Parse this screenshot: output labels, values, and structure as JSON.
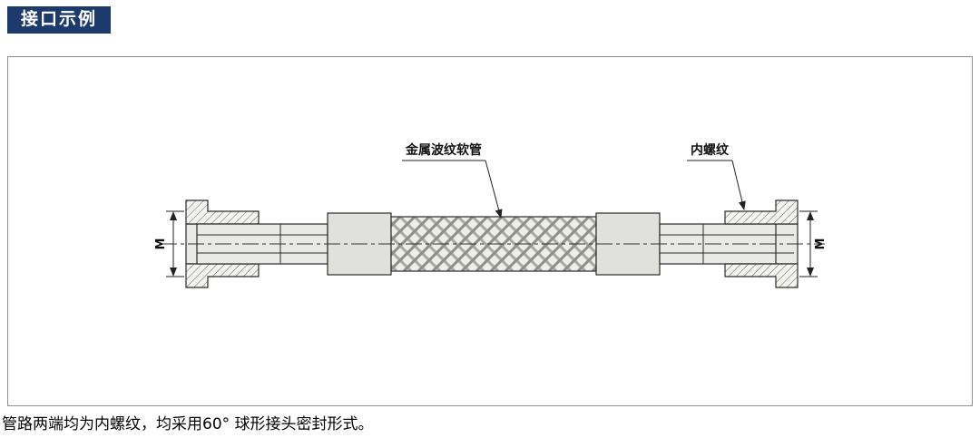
{
  "header": {
    "title": "接口示例"
  },
  "diagram": {
    "labels": {
      "hose": "金属波纹软管",
      "thread": "内螺纹"
    },
    "dimensions": {
      "left": "M",
      "right": "M"
    }
  },
  "caption": "管路两端均为内螺纹，均采用60° 球形接头密封形式。",
  "colors": {
    "badge_bg": "#1d3a6d",
    "frame_border": "#8f8f8f",
    "drawing_line": "#2b2b2b",
    "metal_fill": "#e9e9e6",
    "braid_fill": "#ededea"
  }
}
